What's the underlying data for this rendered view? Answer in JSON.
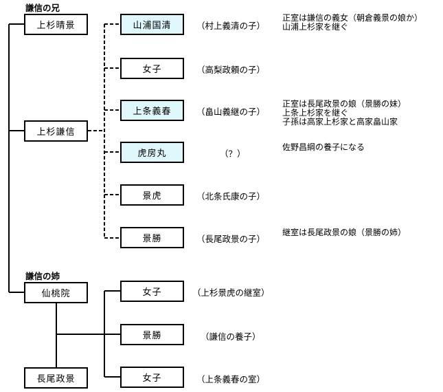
{
  "diagram": {
    "type": "family-tree",
    "accent_color": "#dff7fb",
    "parents": [
      {
        "name": "上杉晴景",
        "label": "謙信の兄"
      },
      {
        "name": "上杉謙信"
      },
      {
        "name": "仙桃院",
        "label": "謙信の姉"
      },
      {
        "name": "長尾政景"
      }
    ],
    "kenshin_children": [
      {
        "name": "山浦国清",
        "highlighted": true,
        "origin": "（村上義清の子）",
        "note": "正室は謙信の義女（朝倉義景の娘か）\n山浦上杉家を継ぐ"
      },
      {
        "name": "女子",
        "highlighted": false,
        "origin": "（高梨政頼の子）",
        "note": ""
      },
      {
        "name": "上条義春",
        "highlighted": true,
        "origin": "（畠山義継の子）",
        "note": "正室は長尾政景の娘（景勝の妹）\n上条上杉家を継ぐ\n子孫は高家上杉家と高家畠山家"
      },
      {
        "name": "虎房丸",
        "highlighted": true,
        "origin": "（？）",
        "note": "佐野昌綱の養子になる"
      },
      {
        "name": "景虎",
        "highlighted": false,
        "origin": "（北条氏康の子）",
        "note": ""
      },
      {
        "name": "景勝",
        "highlighted": false,
        "origin": "（長尾政景の子）",
        "note": "継室は長尾政景の娘（景勝の姉）"
      }
    ],
    "senton_children": [
      {
        "name": "女子",
        "origin": "（上杉景虎の継室）"
      },
      {
        "name": "景勝",
        "origin": "（謙信の養子）"
      },
      {
        "name": "女子",
        "origin": "（上条義春の室）"
      }
    ]
  }
}
